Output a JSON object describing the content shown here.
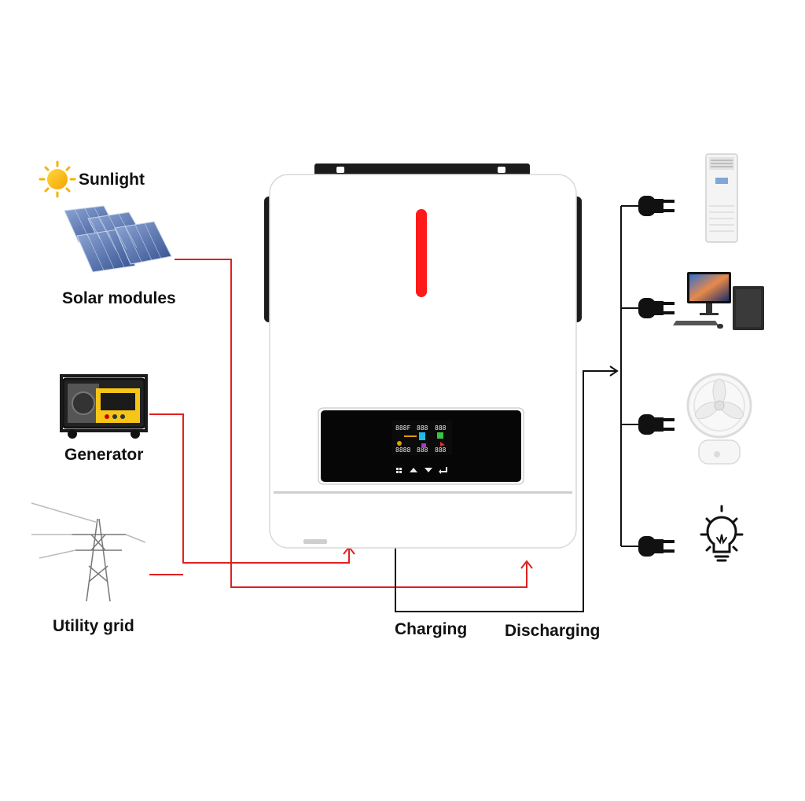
{
  "sources": {
    "sunlight": "Sunlight",
    "solar_modules": "Solar modules",
    "generator": "Generator",
    "utility_grid": "Utility grid"
  },
  "flows": {
    "charging": "Charging",
    "discharging": "Discharging"
  },
  "inverter_display": {
    "top_left": "888F",
    "top_middle": "888",
    "top_right": "888",
    "bottom_left": "8888",
    "bottom_middle": "888",
    "bottom_right": "888",
    "buttons": [
      "menu-icon",
      "up-icon",
      "down-icon",
      "enter-icon"
    ]
  },
  "colors": {
    "input_line": "#e02020",
    "output_line": "#111111",
    "indicator": "#ff1a1a",
    "inverter_body": "#ffffff"
  },
  "loads": [
    "air-conditioner-icon",
    "desktop-computer-icon",
    "desk-fan-icon",
    "light-bulb-icon"
  ]
}
